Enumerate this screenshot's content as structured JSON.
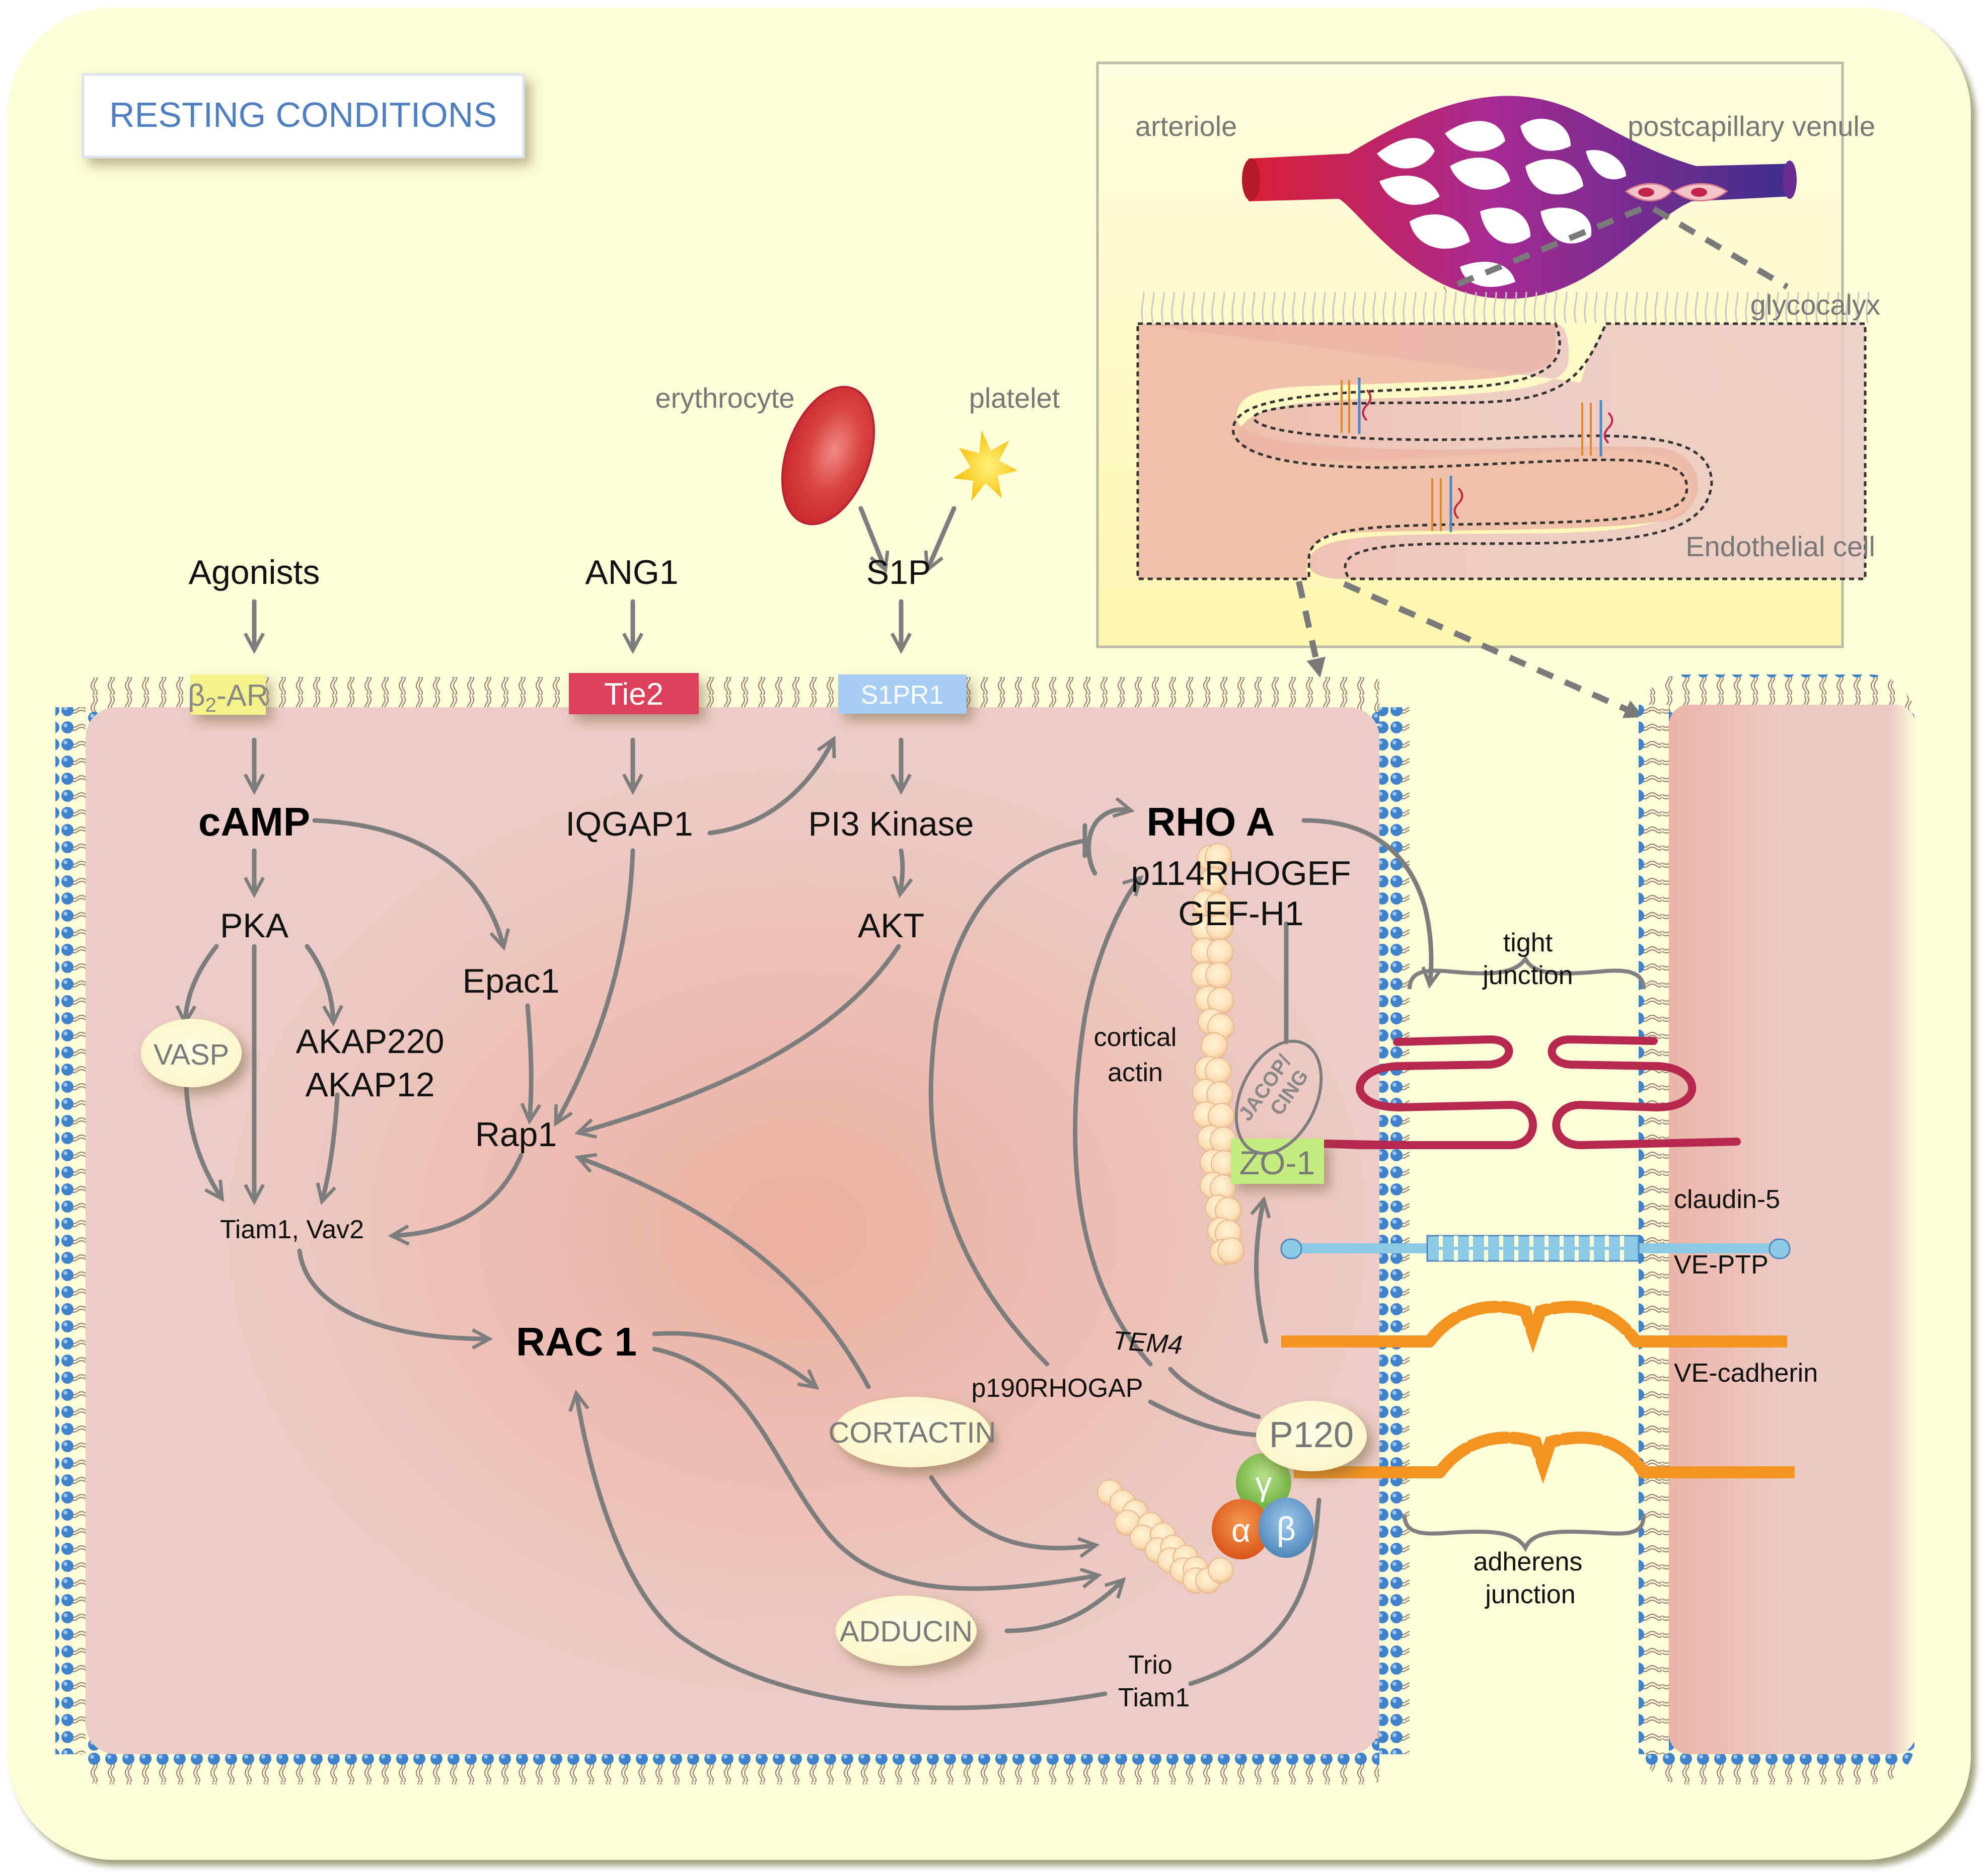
{
  "panel_title": "RESTING CONDITIONS",
  "inset": {
    "arteriole_label": "arteriole",
    "venule_label": "postcapillary venule",
    "glycocalyx_label": "glycocalyx",
    "endothelial_label": "Endothelial cell"
  },
  "extracellular": {
    "erythrocyte_label": "erythrocyte",
    "platelet_label": "platelet",
    "agonists": "Agonists",
    "ang1": "ANG1",
    "s1p": "S1P"
  },
  "receptors": {
    "b2ar_beta": "β",
    "b2ar_sub": "2",
    "b2ar_rest": "-AR",
    "tie2": "Tie2",
    "s1pr1": "S1PR1"
  },
  "signaling": {
    "camp": "cAMP",
    "pka": "PKA",
    "vasp": "VASP",
    "akap220": "AKAP220",
    "akap12": "AKAP12",
    "epac1": "Epac1",
    "rap1": "Rap1",
    "tiam1_vav2": "Tiam1, Vav2",
    "rac1": "RAC 1",
    "iqgap1": "IQGAP1",
    "pi3k": "PI3 Kinase",
    "akt": "AKT",
    "rhoa": "RHO A",
    "p114rhogef": "p114RHOGEF",
    "gefh1": "GEF-H1",
    "cortical_actin_1": "cortical",
    "cortical_actin_2": "actin",
    "jacop_1": "JACOP/",
    "jacop_2": "CING",
    "zo1": "ZO-1",
    "tem4": "TEM4",
    "p190rhogap": "p190RHOGAP",
    "p120": "P120",
    "cortactin": "CORTACTIN",
    "adducin": "ADDUCIN",
    "trio": "Trio",
    "tiam1": "Tiam1",
    "catenin_gamma": "γ",
    "catenin_alpha": "α",
    "catenin_beta": "β"
  },
  "junctions": {
    "tight_1": "tight",
    "tight_2": "junction",
    "claudin5": "claudin-5",
    "veptp": "VE-PTP",
    "vecadherin": "VE-cadherin",
    "adherens_1": "adherens",
    "adherens_2": "junction"
  },
  "colors": {
    "background": "#fefdd9",
    "cytoplasm": "#ecccc6",
    "membrane_head": "#3f82c9",
    "tie2": "#de405c",
    "s1pr1": "#a7cdf2",
    "b2ar": "#f5f28a",
    "zo1": "#c4ec80",
    "claudin": "#b5284f",
    "vecadherin": "#f39322",
    "veptp": "#8ccbe3",
    "title_text": "#4f7fbf"
  }
}
